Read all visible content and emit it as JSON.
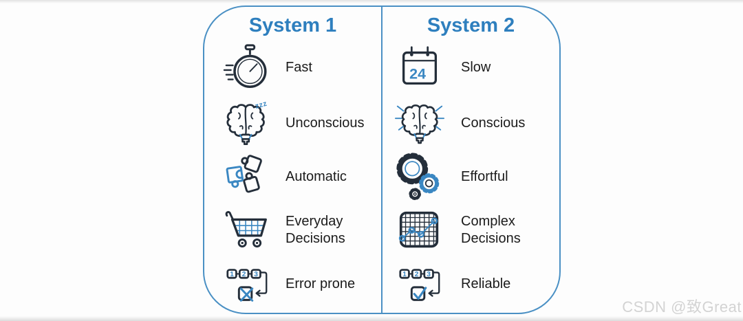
{
  "panel": {
    "columns": [
      {
        "title": "System 1",
        "items": [
          {
            "icon": "stopwatch-icon",
            "label": "Fast"
          },
          {
            "icon": "sleeping-brain-icon",
            "label": "Unconscious"
          },
          {
            "icon": "puzzle-pieces-icon",
            "label": "Automatic"
          },
          {
            "icon": "shopping-cart-icon",
            "label": "Everyday Decisions"
          },
          {
            "icon": "sequence-error-icon",
            "label": "Error prone"
          }
        ]
      },
      {
        "title": "System 2",
        "items": [
          {
            "icon": "calendar-icon",
            "label": "Slow"
          },
          {
            "icon": "radiant-brain-icon",
            "label": "Conscious"
          },
          {
            "icon": "gears-icon",
            "label": "Effortful"
          },
          {
            "icon": "grid-chart-icon",
            "label": "Complex Decisions"
          },
          {
            "icon": "sequence-check-icon",
            "label": "Reliable"
          }
        ]
      }
    ]
  },
  "icon_text": {
    "sleep_zzz": "zzz",
    "calendar_day": "24",
    "step_numbers": [
      "1",
      "2",
      "3"
    ]
  },
  "watermark": "CSDN @致Great",
  "colors": {
    "header_blue": "#2e7fbe",
    "border_blue": "#4a90c4",
    "accent_blue": "#3a87c2",
    "icon_dark": "#242e3a",
    "label_text": "#1b1b1b",
    "watermark_gray": "#d3d3d3",
    "page_bg": "#fdfdfd"
  }
}
